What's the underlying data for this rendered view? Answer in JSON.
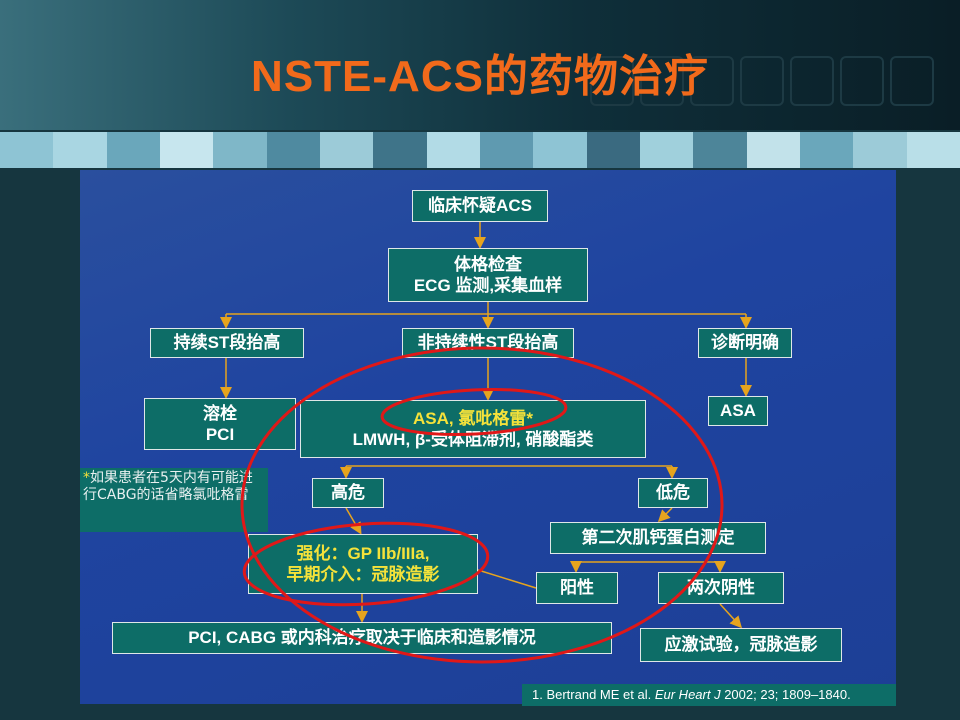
{
  "title": "NSTE-ACS的药物治疗",
  "boxes": {
    "suspect": "临床怀疑ACS",
    "exam1": "体格检查",
    "exam2": "ECG 监测,采集血样",
    "st_persist": "持续ST段抬高",
    "st_nonpersist": "非持续性ST段抬高",
    "diag": "诊断明确",
    "lysis1": "溶栓",
    "lysis2": "PCI",
    "asa_clop": "ASA, 氯吡格雷*",
    "lmwh": "LMWH, β-受体阻滞剂, 硝酸酯类",
    "asa": "ASA",
    "high": "高危",
    "low": "低危",
    "trop": "第二次肌钙蛋白测定",
    "intensive1": "强化：GP IIb/IIIa,",
    "intensive2": "早期介入：冠脉造影",
    "pos": "阳性",
    "neg": "两次阴性",
    "final": "PCI, CABG 或内科治疗取决于临床和造影情况",
    "stress": "应激试验，冠脉造影"
  },
  "note": {
    "star": "*",
    "text": "如果患者在5天内有可能进行CABG的话省略氯吡格雷"
  },
  "reference": {
    "pre": "1. Bertrand ME et al. ",
    "journal": "Eur Heart J",
    "post": " 2002; 23; 1809–1840."
  },
  "colors": {
    "title": "#f26a1b",
    "box": "#0d6d67",
    "panel": "#1f44a0",
    "arrow": "#e6a41e",
    "highlight": "#e01818"
  }
}
